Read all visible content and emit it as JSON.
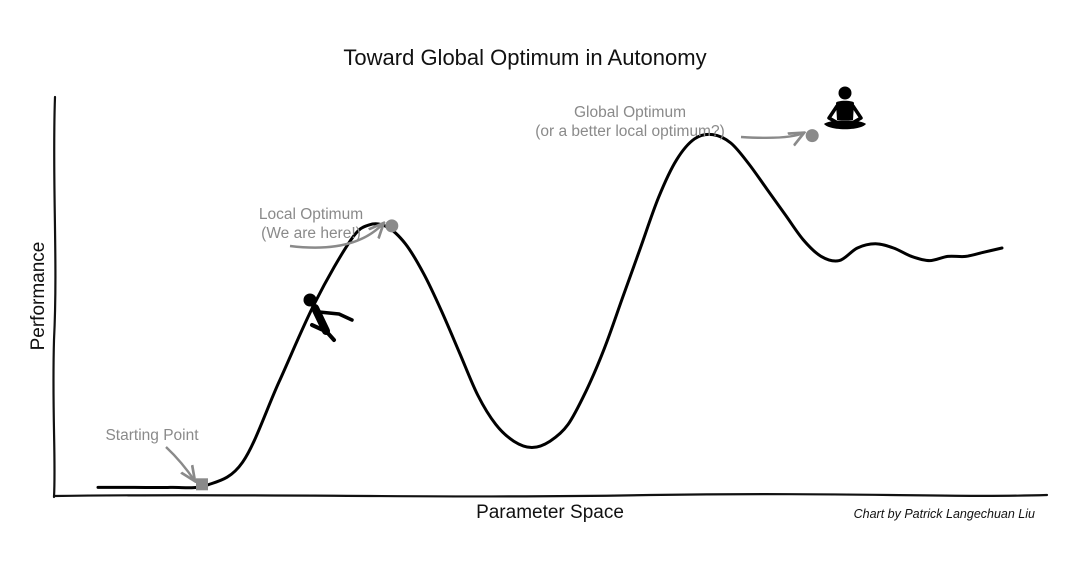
{
  "chart_data": {
    "type": "line",
    "title": "Toward Global Optimum in Autonomy",
    "xlabel": "Parameter Space",
    "ylabel": "Performance",
    "credit": "Chart by Patrick Langechuan Liu",
    "grid": false,
    "xlim": [
      0,
      100
    ],
    "ylim": [
      0,
      100
    ],
    "series": [
      {
        "x": [
          0,
          4,
          8,
          12,
          16,
          20,
          24,
          28,
          30,
          32,
          34,
          36,
          38,
          40,
          42,
          44,
          46,
          48,
          50,
          52,
          54,
          56,
          58,
          60,
          62,
          64,
          66,
          68,
          70,
          72,
          74,
          76,
          78,
          80,
          82,
          84,
          86,
          88,
          90,
          92,
          94,
          96,
          98,
          100
        ],
        "y": [
          3,
          3,
          3,
          3.5,
          9,
          28,
          47,
          62,
          65.5,
          65,
          61,
          54,
          45,
          35,
          25,
          18,
          14,
          12.5,
          14,
          18,
          26,
          36,
          48,
          60,
          72,
          81,
          86,
          87,
          85,
          80,
          74,
          68,
          62,
          58,
          57,
          60,
          61,
          60,
          58,
          57,
          58,
          58,
          59,
          60
        ]
      }
    ],
    "icon_names": [
      "climbing-person-icon",
      "meditating-person-icon"
    ],
    "annotations": [
      {
        "text": [
          "Starting Point"
        ],
        "x": 11.5,
        "y": 3.5,
        "marker": "square",
        "color": "#8a8a8a"
      },
      {
        "text": [
          "Local Optimum",
          "(We are here!)"
        ],
        "x": 32.5,
        "y": 65.5,
        "marker": "circle",
        "color": "#8a8a8a"
      },
      {
        "text": [
          "Global Optimum",
          "(or a better local optimum?)"
        ],
        "x": 79,
        "y": 87,
        "marker": "circle",
        "color": "#8a8a8a"
      }
    ]
  }
}
